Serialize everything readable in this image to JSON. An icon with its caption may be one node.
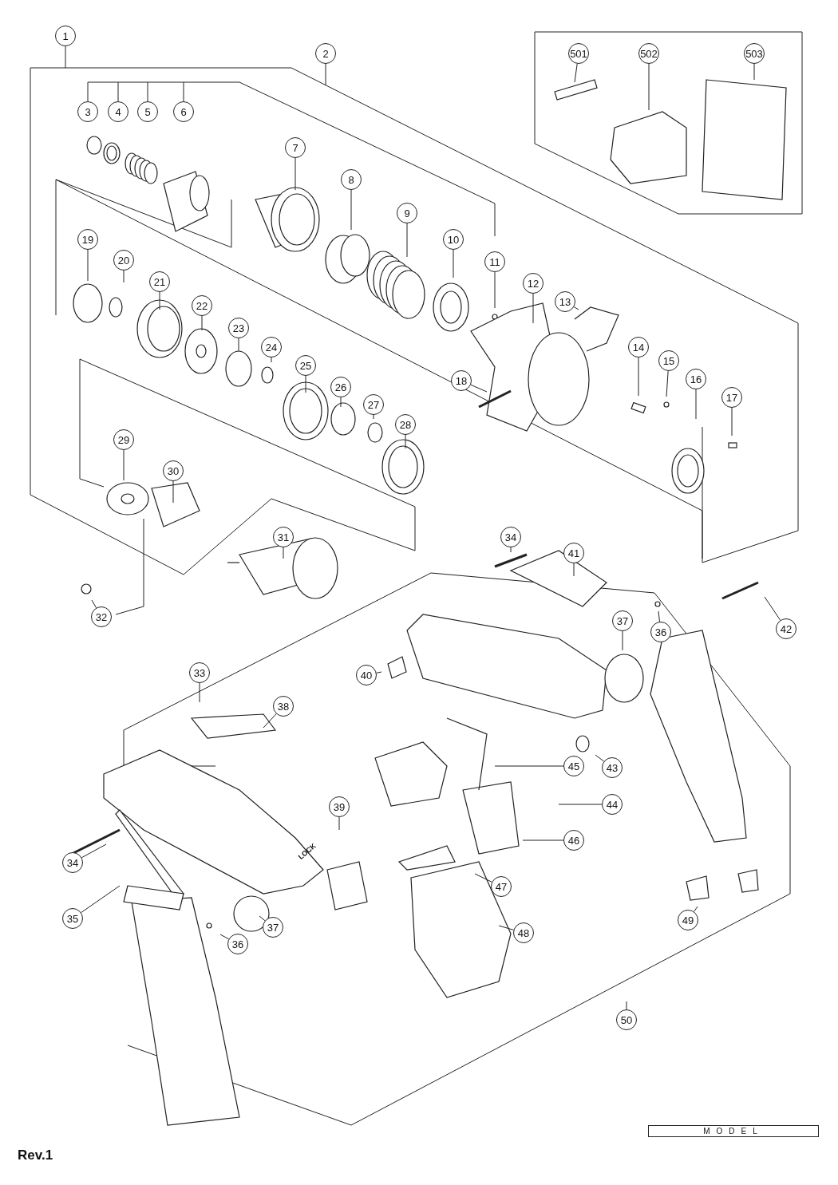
{
  "diagram": {
    "nodes": [
      {
        "text": [
          "1"
        ]
      },
      {
        "text": [
          "2"
        ]
      },
      {
        "text": [
          "3"
        ]
      },
      {
        "text": [
          "4"
        ]
      },
      {
        "text": [
          "5"
        ]
      },
      {
        "text": [
          "6"
        ]
      },
      {
        "text": [
          "7"
        ]
      },
      {
        "text": [
          "8"
        ]
      },
      {
        "text": [
          "9"
        ]
      },
      {
        "text": [
          "10"
        ]
      },
      {
        "text": [
          "11"
        ]
      },
      {
        "text": [
          "12"
        ]
      },
      {
        "text": [
          "13"
        ]
      },
      {
        "text": [
          "14"
        ]
      },
      {
        "text": [
          "15"
        ]
      },
      {
        "text": [
          "16"
        ]
      },
      {
        "text": [
          "17"
        ]
      },
      {
        "text": [
          "18"
        ]
      },
      {
        "text": [
          "19"
        ]
      },
      {
        "text": [
          "20"
        ]
      },
      {
        "text": [
          "21"
        ]
      },
      {
        "text": [
          "22"
        ]
      },
      {
        "text": [
          "23"
        ]
      },
      {
        "text": [
          "24"
        ]
      },
      {
        "text": [
          "25"
        ]
      },
      {
        "text": [
          "26"
        ]
      },
      {
        "text": [
          "27"
        ]
      },
      {
        "text": [
          "28"
        ]
      },
      {
        "text": [
          "29"
        ]
      },
      {
        "text": [
          "30"
        ]
      },
      {
        "text": [
          "31"
        ]
      },
      {
        "text": [
          "32"
        ]
      },
      {
        "text": [
          "33"
        ]
      },
      {
        "text": [
          "34"
        ]
      },
      {
        "text": [
          "34"
        ]
      },
      {
        "text": [
          "35"
        ]
      },
      {
        "text": [
          "36"
        ]
      },
      {
        "text": [
          "36"
        ]
      },
      {
        "text": [
          "37"
        ]
      },
      {
        "text": [
          "37"
        ]
      },
      {
        "text": [
          "38"
        ]
      },
      {
        "text": [
          "39"
        ]
      },
      {
        "text": [
          "40"
        ]
      },
      {
        "text": [
          "41"
        ]
      },
      {
        "text": [
          "42"
        ]
      },
      {
        "text": [
          "43"
        ]
      },
      {
        "text": [
          "44"
        ]
      },
      {
        "text": [
          "45"
        ]
      },
      {
        "text": [
          "46"
        ]
      },
      {
        "text": [
          "47"
        ]
      },
      {
        "text": [
          "48"
        ]
      },
      {
        "text": [
          "49"
        ]
      },
      {
        "text": [
          "50"
        ]
      },
      {
        "text": [
          "501"
        ]
      },
      {
        "text": [
          "502"
        ]
      },
      {
        "text": [
          "503"
        ]
      }
    ],
    "edges": [
      {
        "from": 0,
        "to": null,
        "arrow": "none"
      },
      {
        "from": 1,
        "to": null,
        "arrow": "none"
      },
      {
        "from": 2,
        "to": null,
        "arrow": "none"
      },
      {
        "from": 3,
        "to": null,
        "arrow": "none"
      },
      {
        "from": 4,
        "to": null,
        "arrow": "none"
      },
      {
        "from": 5,
        "to": null,
        "arrow": "none"
      },
      {
        "from": 6,
        "to": null,
        "arrow": "none"
      },
      {
        "from": 7,
        "to": null,
        "arrow": "none"
      },
      {
        "from": 8,
        "to": null,
        "arrow": "none"
      },
      {
        "from": 9,
        "to": null,
        "arrow": "none"
      },
      {
        "from": 10,
        "to": null,
        "arrow": "none"
      },
      {
        "from": 11,
        "to": null,
        "arrow": "none"
      },
      {
        "from": 12,
        "to": null,
        "arrow": "none"
      },
      {
        "from": 13,
        "to": null,
        "arrow": "none"
      },
      {
        "from": 14,
        "to": null,
        "arrow": "none"
      },
      {
        "from": 15,
        "to": null,
        "arrow": "none"
      },
      {
        "from": 16,
        "to": null,
        "arrow": "none"
      },
      {
        "from": 17,
        "to": null,
        "arrow": "none"
      },
      {
        "from": 18,
        "to": null,
        "arrow": "none"
      },
      {
        "from": 19,
        "to": null,
        "arrow": "none"
      },
      {
        "from": 20,
        "to": null,
        "arrow": "none"
      },
      {
        "from": 21,
        "to": null,
        "arrow": "none"
      },
      {
        "from": 22,
        "to": null,
        "arrow": "none"
      },
      {
        "from": 23,
        "to": null,
        "arrow": "none"
      },
      {
        "from": 24,
        "to": null,
        "arrow": "none"
      },
      {
        "from": 25,
        "to": null,
        "arrow": "none"
      },
      {
        "from": 26,
        "to": null,
        "arrow": "none"
      },
      {
        "from": 27,
        "to": null,
        "arrow": "none"
      },
      {
        "from": 28,
        "to": null,
        "arrow": "none"
      },
      {
        "from": 29,
        "to": null,
        "arrow": "none"
      },
      {
        "from": 30,
        "to": null,
        "arrow": "none"
      },
      {
        "from": 31,
        "to": null,
        "arrow": "none"
      },
      {
        "from": 32,
        "to": null,
        "arrow": "none"
      },
      {
        "from": 33,
        "to": null,
        "arrow": "none"
      },
      {
        "from": 34,
        "to": null,
        "arrow": "none"
      },
      {
        "from": 35,
        "to": null,
        "arrow": "none"
      },
      {
        "from": 36,
        "to": null,
        "arrow": "none"
      },
      {
        "from": 37,
        "to": null,
        "arrow": "none"
      },
      {
        "from": 38,
        "to": null,
        "arrow": "none"
      },
      {
        "from": 39,
        "to": null,
        "arrow": "none"
      },
      {
        "from": 40,
        "to": null,
        "arrow": "none"
      },
      {
        "from": 41,
        "to": null,
        "arrow": "none"
      },
      {
        "from": 42,
        "to": null,
        "arrow": "none"
      },
      {
        "from": 43,
        "to": null,
        "arrow": "none"
      },
      {
        "from": 44,
        "to": null,
        "arrow": "none"
      },
      {
        "from": 45,
        "to": null,
        "arrow": "none"
      },
      {
        "from": 46,
        "to": null,
        "arrow": "none"
      },
      {
        "from": 47,
        "to": null,
        "arrow": "none"
      },
      {
        "from": 48,
        "to": null,
        "arrow": "none"
      },
      {
        "from": 49,
        "to": null,
        "arrow": "none"
      },
      {
        "from": 50,
        "to": null,
        "arrow": "none"
      },
      {
        "from": 51,
        "to": null,
        "arrow": "none"
      },
      {
        "from": 52,
        "to": null,
        "arrow": "none"
      },
      {
        "from": 53,
        "to": null,
        "arrow": "none"
      },
      {
        "from": 54,
        "to": null,
        "arrow": "none"
      },
      {
        "from": 55,
        "to": null,
        "arrow": "none"
      }
    ],
    "labels": [
      "LOCK",
      "MODEL",
      "Rev.1"
    ]
  }
}
